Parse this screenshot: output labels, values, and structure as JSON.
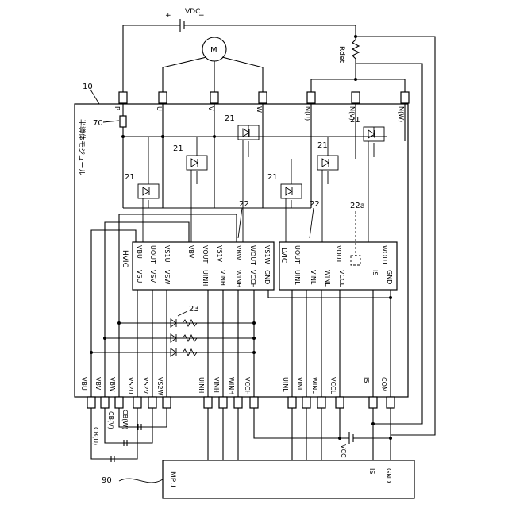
{
  "diagram": {
    "module_ref": "10",
    "module_title": "半導体モジュール",
    "mpu_ref": "90",
    "mpu_label": "MPU",
    "motor_label": "M",
    "vdc_label": "VDC",
    "plus_sign": "+",
    "minus_sign": "−",
    "rdet_label": "Rdet",
    "ref_70": "70",
    "ref_21": "21",
    "ref_22": "22",
    "ref_22a": "22a",
    "ref_23": "23",
    "hvic_title": "HVIC",
    "lvic_title": "LVIC",
    "top_terminals": [
      "P",
      "U",
      "V",
      "W",
      "N(U)",
      "N(V)",
      "N(W)"
    ],
    "hvic_left_pins": [
      "VSU",
      "VSV",
      "VSW"
    ],
    "hvic_top_pins": [
      "VBU",
      "UOUT",
      "VS1U",
      "VBV",
      "VOUT",
      "VS1V",
      "VBW",
      "WOUT",
      "VS1W"
    ],
    "hvic_bottom_pins": [
      "UINH",
      "VINH",
      "WINH",
      "VCCH",
      "GND"
    ],
    "lvic_top_pins": [
      "UOUT",
      "VOUT",
      "WOUT"
    ],
    "lvic_bottom_pins": [
      "UINL",
      "VINL",
      "WINL",
      "VCCL",
      "IS",
      "GND"
    ],
    "bottom_terminals": [
      "VBU",
      "VBV",
      "VBW",
      "VS2U",
      "VS2V",
      "VS2W",
      "UINH",
      "VINH",
      "WINH",
      "VCCH",
      "UINL",
      "VINL",
      "WINL",
      "VCCL",
      "IS",
      "COM"
    ],
    "capacitors": [
      "CB(U)",
      "CB(V)",
      "CB(W)"
    ],
    "vcc_label": "VCC",
    "mpu_pins": [
      "IS",
      "GND"
    ]
  }
}
